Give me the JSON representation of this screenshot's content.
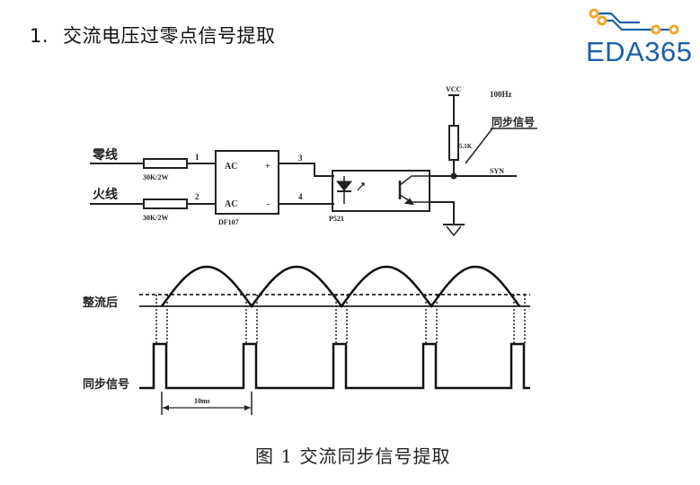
{
  "heading": {
    "number": "1.",
    "text": "交流电压过零点信号提取"
  },
  "logo": {
    "text": "EDA365",
    "colors": {
      "text": "#1a5fa8",
      "dots": "#f0a830",
      "traces": "#1a5fa8"
    }
  },
  "schematic": {
    "inputs": [
      {
        "label": "零线",
        "resistor": "30K/2W",
        "pin": "1"
      },
      {
        "label": "火线",
        "resistor": "30K/2W",
        "pin": "2"
      }
    ],
    "bridge": {
      "name": "DF107",
      "pins_left": [
        "AC",
        "AC"
      ],
      "pins_right": [
        "+",
        "-"
      ],
      "out_pins": [
        "3",
        "4"
      ]
    },
    "optocoupler": {
      "name": "P521"
    },
    "supply": {
      "label": "VCC"
    },
    "pullup": {
      "value": "5.1K"
    },
    "output": {
      "net": "SYN",
      "freq": "100Hz",
      "annotation": "同步信号"
    }
  },
  "waveforms": {
    "rectified_label": "整流后",
    "sync_label": "同步信号",
    "period_label": "10ms"
  },
  "caption": {
    "figure": "图 1",
    "text": "交流同步信号提取"
  }
}
